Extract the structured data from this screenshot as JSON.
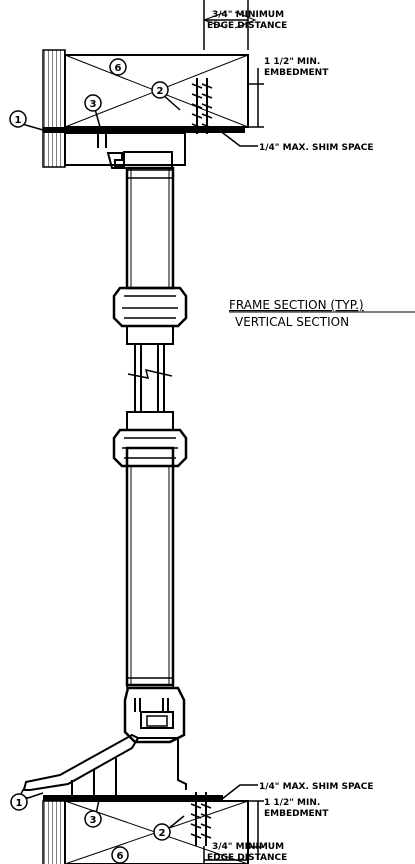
{
  "top_annotations": {
    "edge_distance_line1": "3/4\" MINIMUM",
    "edge_distance_line2": "EDGE DISTANCE",
    "embedment_line1": "1 1/2\" MIN.",
    "embedment_line2": "EMBEDMENT",
    "shim_space": "1/4\" MAX. SHIM SPACE"
  },
  "bottom_annotations": {
    "shim_space": "1/4\" MAX. SHIM SPACE",
    "embedment_line1": "1 1/2\" MIN.",
    "embedment_line2": "EMBEDMENT",
    "edge_distance_line1": "3/4\" MINIMUM",
    "edge_distance_line2": "EDGE DISTANCE"
  },
  "title": {
    "line1": "FRAME SECTION (TYP.)",
    "line2": "VERTICAL SECTION"
  },
  "callouts": {
    "top": [
      "6",
      "2",
      "3",
      "1"
    ],
    "bottom": [
      "1",
      "3",
      "2",
      "6"
    ]
  }
}
